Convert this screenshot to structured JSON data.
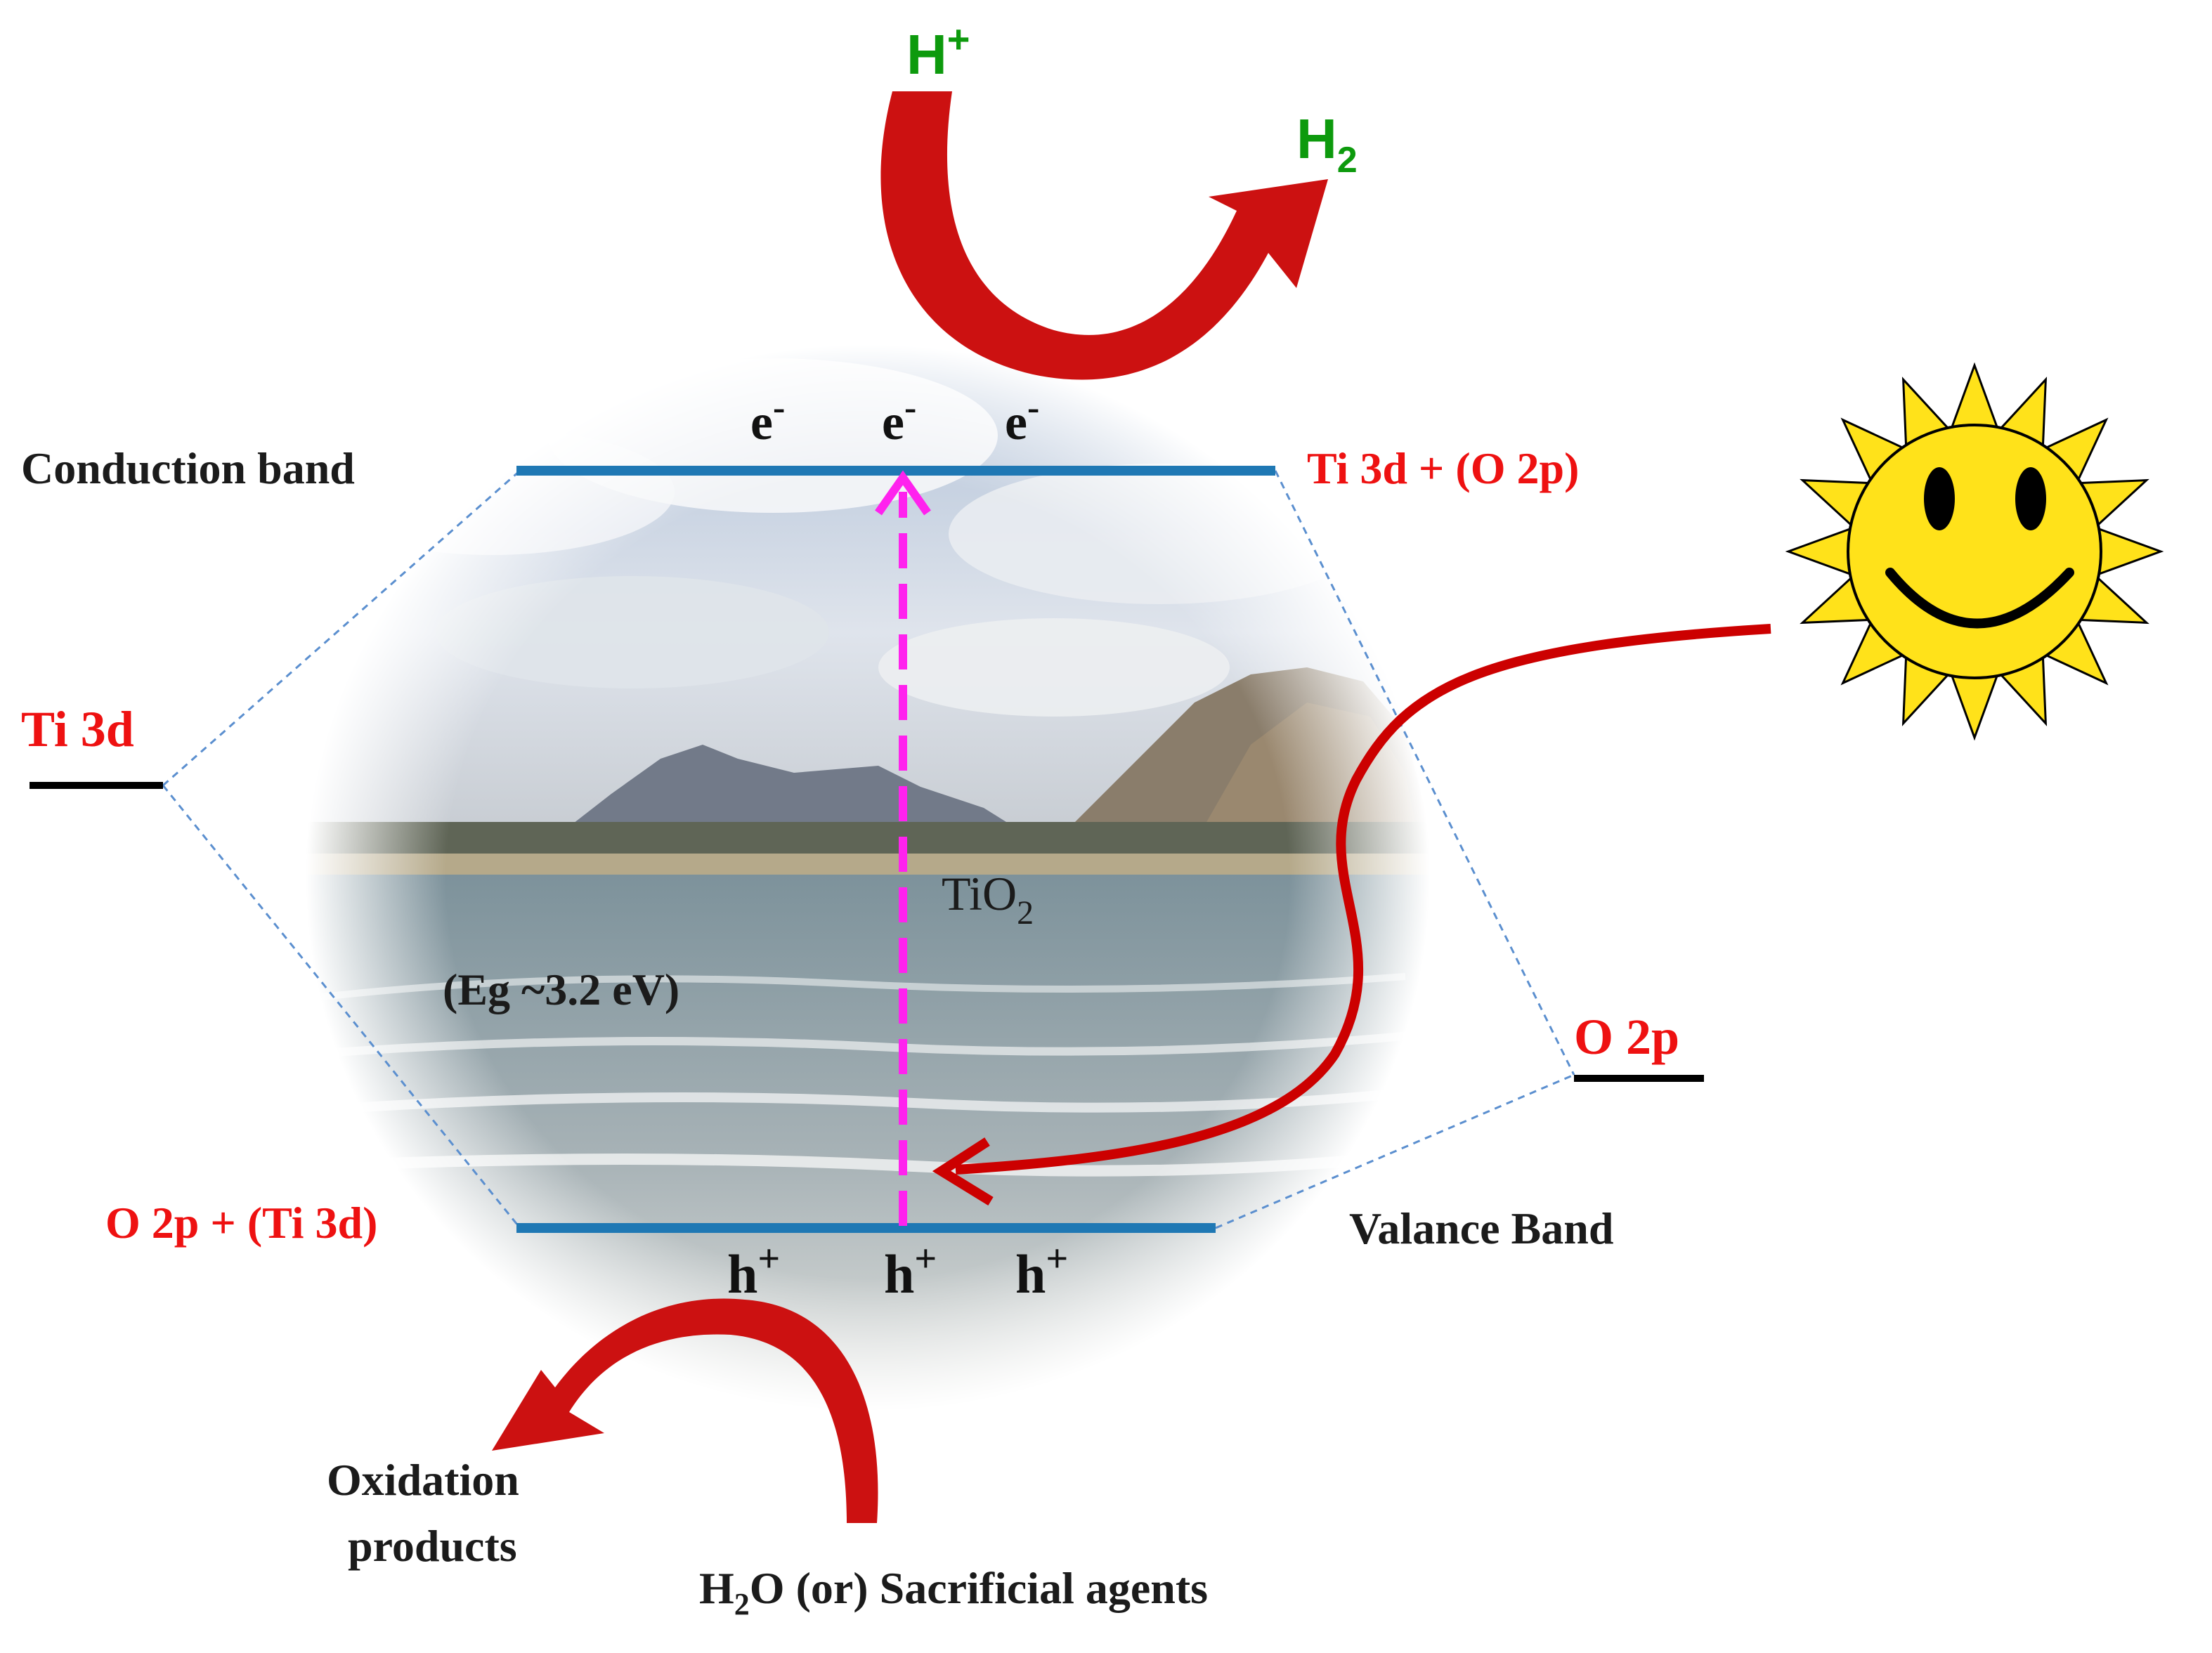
{
  "labels": {
    "conduction_band": "Conduction  band",
    "valence_band": "Valance Band",
    "cb_composition": "Ti 3d + (O 2p)",
    "vb_composition": "O 2p + (Ti  3d)",
    "ti3d_level": "Ti 3d",
    "o2p_level": "O 2p",
    "material": "TiO",
    "material_sub": "2",
    "band_gap": "(Eg ~3.2 eV)",
    "electron": "e",
    "electron_sup": "-",
    "hole": "h",
    "hole_sup": "+",
    "proton": "H",
    "proton_sup": "+",
    "hydrogen": "H",
    "hydrogen_sub": "2",
    "oxidation_line1": "Oxidation",
    "oxidation_line2": "products",
    "sacrificial_h": "H",
    "sacrificial_sub": "2",
    "sacrificial_rest": "O (or) Sacrificial  agents"
  },
  "colors": {
    "band_line": "#1f78b4",
    "red_text": "#ee1111",
    "green_text": "#0d9a0d",
    "arrow_red": "#cc0000",
    "excitation_arrow": "#ff22ee",
    "sun_fill": "#ffe21a",
    "sky": "#b9c6dc",
    "sea": "#8b9ea6",
    "mountain": "#6c7381"
  },
  "icons": {
    "sun": "smiling-sun-icon",
    "background": "beach-photo"
  }
}
